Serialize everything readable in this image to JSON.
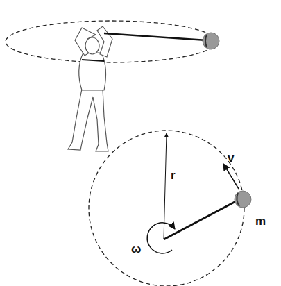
{
  "diagram": {
    "labels": [
      "r",
      "v",
      "m",
      "ω"
    ]
  }
}
